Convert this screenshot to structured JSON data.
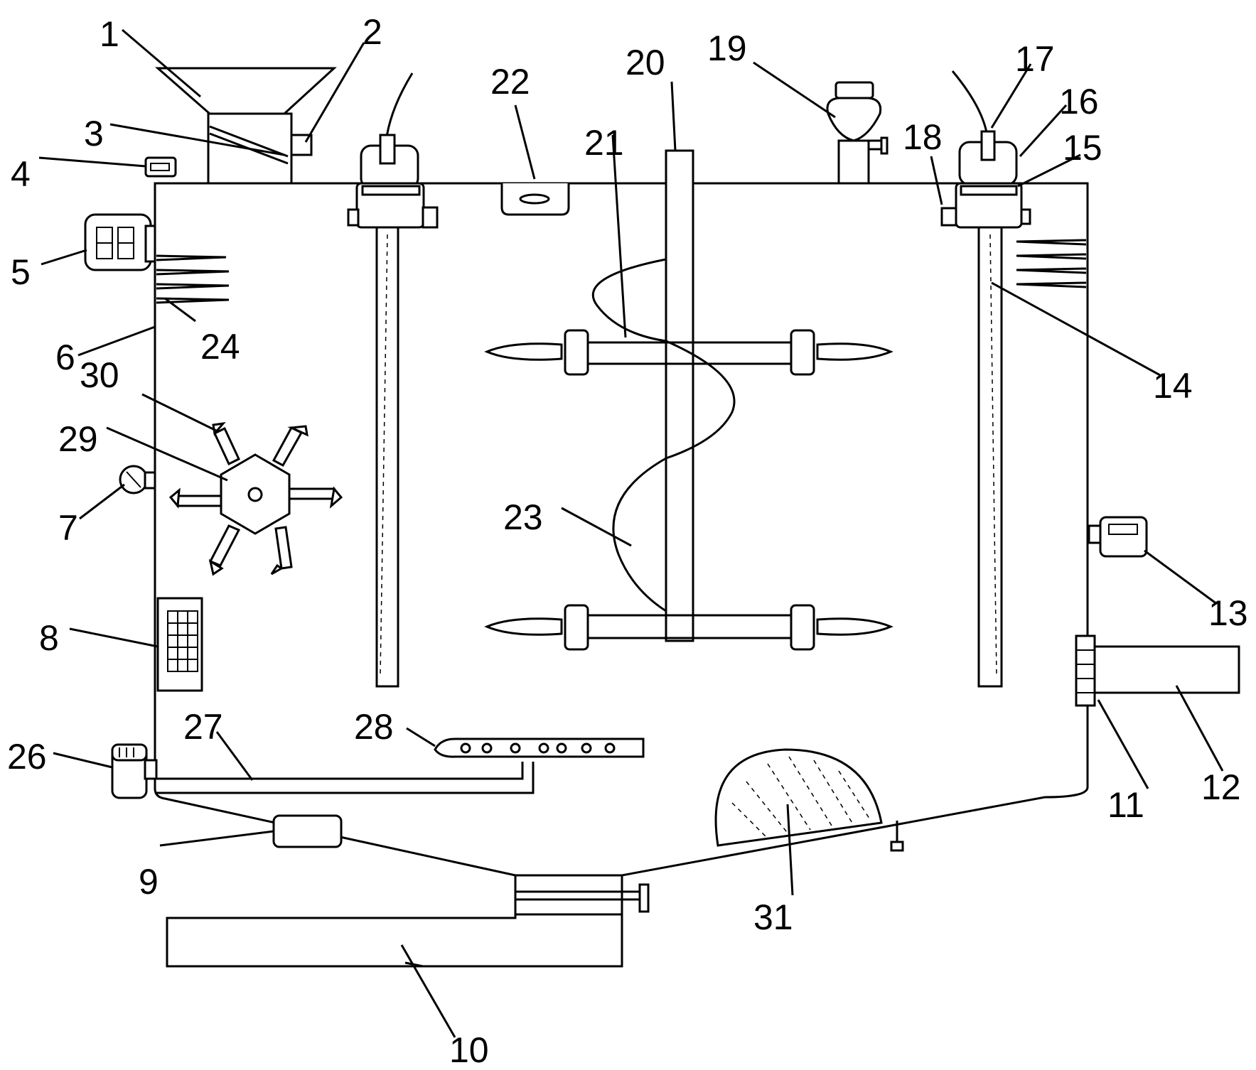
{
  "labels": {
    "l1": "1",
    "l2": "2",
    "l3": "3",
    "l4": "4",
    "l5": "5",
    "l6": "6",
    "l7": "7",
    "l8": "8",
    "l9": "9",
    "l10": "10",
    "l11": "11",
    "l12": "12",
    "l13": "13",
    "l14": "14",
    "l15": "15",
    "l16": "16",
    "l17": "17",
    "l18": "18",
    "l19": "19",
    "l20": "20",
    "l21": "21",
    "l22": "22",
    "l23": "23",
    "l24": "24",
    "l26": "26",
    "l27": "27",
    "l28": "28",
    "l29": "29",
    "l30": "30",
    "l31": "31"
  }
}
